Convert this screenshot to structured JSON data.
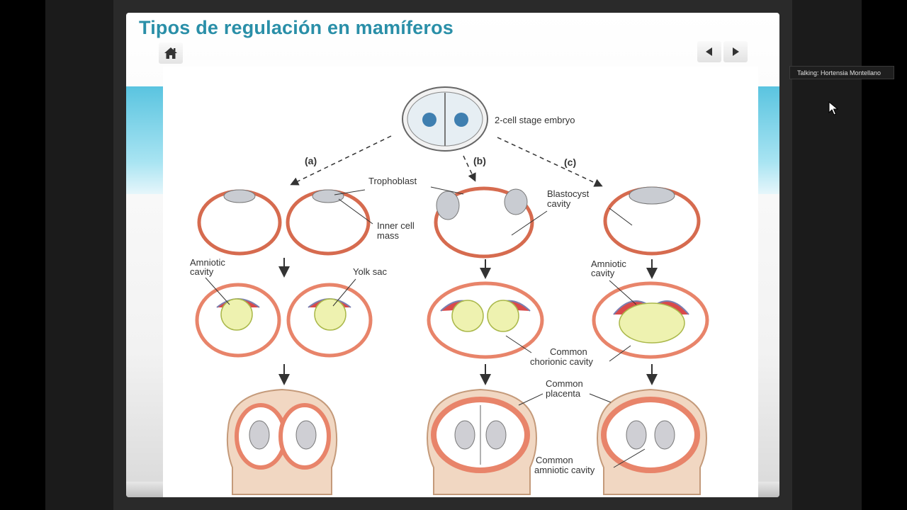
{
  "slide": {
    "title": "Tipos de regulación en mamíferos"
  },
  "figure": {
    "top_label": "2-cell stage embryo",
    "branch_a": "(a)",
    "branch_b": "(b)",
    "branch_c": "(c)",
    "trophoblast": "Trophoblast",
    "inner_cell_1": "Inner cell",
    "inner_cell_2": "mass",
    "blastocyst_1": "Blastocyst",
    "blastocyst_2": "cavity",
    "amniotic_a_1": "Amniotic",
    "amniotic_a_2": "cavity",
    "yolk_sac": "Yolk sac",
    "amniotic_c_1": "Amniotic",
    "amniotic_c_2": "cavity",
    "chorionic_1": "Common",
    "chorionic_2": "chorionic cavity",
    "placenta_1": "Common",
    "placenta_2": "placenta",
    "common_amniotic_1": "Common",
    "common_amniotic_2": "amniotic cavity"
  },
  "overlay": {
    "talking": "Talking: Hortensia Montellano"
  },
  "icons": {
    "home": "home-icon",
    "prev": "triangle-left-icon",
    "next": "triangle-right-icon",
    "cursor": "mouse-pointer-icon"
  },
  "colors": {
    "title": "#2a8fa8",
    "membrane": "#e8846a",
    "yolk": "#eef2b0"
  }
}
